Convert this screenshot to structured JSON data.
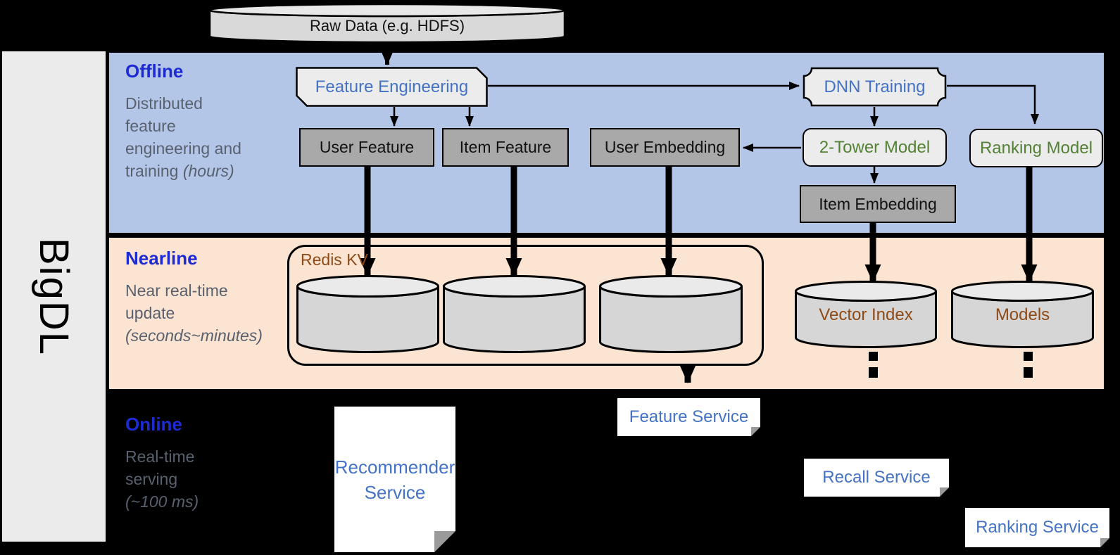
{
  "brand": {
    "label": "BigDL"
  },
  "pipeline": {
    "raw_data": "Raw Data (e.g. HDFS)"
  },
  "sections": {
    "offline": {
      "title": "Offline",
      "desc1": "Distributed",
      "desc2": "feature",
      "desc3": "engineering and",
      "desc4": "training ",
      "desc4_italic": "(hours)"
    },
    "nearline": {
      "title": "Nearline",
      "desc1": "Near real-time",
      "desc2": "update",
      "desc3_italic": "(seconds~minutes)"
    },
    "online": {
      "title": "Online",
      "desc1": "Real-time",
      "desc2": "serving",
      "desc3_italic": "(~100 ms)"
    }
  },
  "nodes": {
    "feature_engineering": "Feature Engineering",
    "dnn_training": "DNN Training",
    "user_feature": "User Feature",
    "item_feature": "Item Feature",
    "user_embedding": "User Embedding",
    "two_tower_model": "2-Tower Model",
    "ranking_model": "Ranking Model",
    "item_embedding": "Item Embedding",
    "redis_kv": "Redis KV",
    "vector_index": "Vector Index",
    "models": "Models",
    "recommender_service_line1": "Recommender",
    "recommender_service_line2": "Service",
    "feature_service": "Feature Service",
    "recall_service": "Recall Service",
    "ranking_service": "Ranking Service"
  },
  "colors": {
    "background": "#000000",
    "offline_band": "#b4c6e8",
    "nearline_band": "#fce4d2",
    "section_title_blue": "#1e2bd3",
    "description_gray": "#59616f",
    "node_text_blue": "#4472c4",
    "model_text_green": "#548235",
    "storage_text_brown": "#8e4a17",
    "gray_node_fill": "#a9a9a9",
    "light_node_fill": "#ececec",
    "cylinder_fill": "#d6d6d6",
    "sidebar_fill": "#ebebeb",
    "service_fill": "#ffffff"
  }
}
